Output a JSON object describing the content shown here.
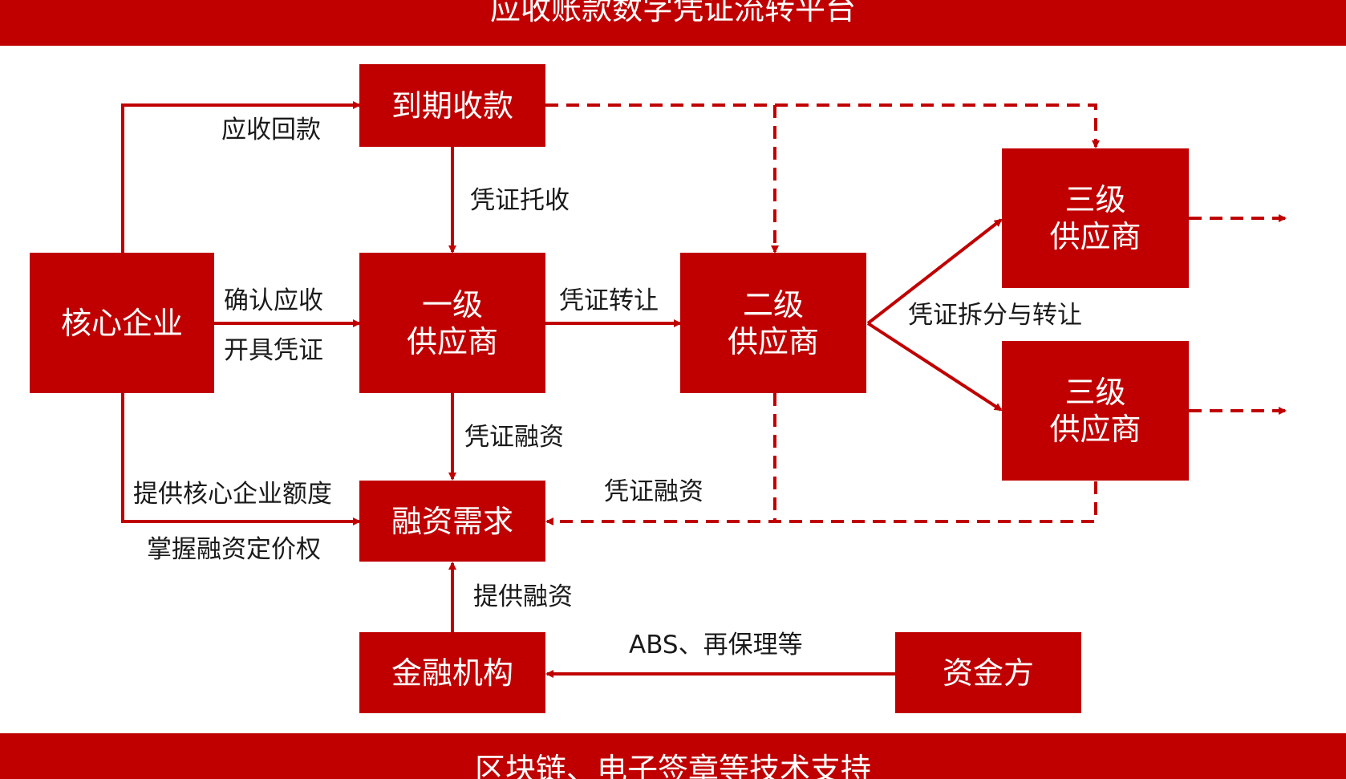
{
  "header": {
    "title": "应收账款数字凭证流转平台"
  },
  "footer": {
    "title": "区块链、电子签章等技术支持"
  },
  "nodes": {
    "core": "核心企业",
    "due": "到期收款",
    "tier1": [
      "一级",
      "供应商"
    ],
    "tier2": [
      "二级",
      "供应商"
    ],
    "tier3a": [
      "三级",
      "供应商"
    ],
    "tier3b": [
      "三级",
      "供应商"
    ],
    "demand": "融资需求",
    "institution": "金融机构",
    "funder": "资金方"
  },
  "labels": {
    "receivable_repayment": "应收回款",
    "voucher_collection": "凭证托收",
    "confirm_receivable": "确认应收",
    "issue_voucher": "开具凭证",
    "voucher_transfer": "凭证转让",
    "split_transfer": "凭证拆分与转让",
    "voucher_financing_1": "凭证融资",
    "voucher_financing_2": "凭证融资",
    "provide_quota": "提供核心企业额度",
    "pricing_power": "掌握融资定价权",
    "provide_financing": "提供融资",
    "abs": "ABS、再保理等"
  },
  "colors": {
    "accent": "#c00000",
    "text": "#1a1a1a",
    "background": "#ffffff"
  }
}
